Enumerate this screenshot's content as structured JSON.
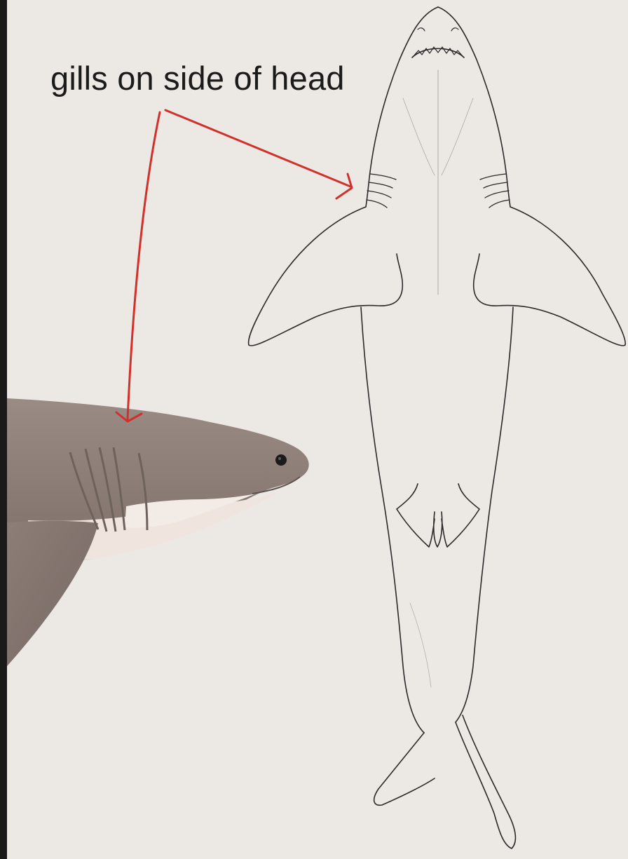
{
  "annotation": {
    "text": "gills on side of head"
  },
  "colors": {
    "background": "#ece9e4",
    "border": "#1a1a1a",
    "arrow": "#d2312b",
    "outline": "#2a2a2a",
    "shark_gray": "#8e7f78",
    "shark_white": "#f0e6df"
  },
  "figures": [
    {
      "name": "side-view-shark-head",
      "style": "color illustration"
    },
    {
      "name": "ventral-view-shark-outline",
      "style": "line drawing"
    }
  ]
}
